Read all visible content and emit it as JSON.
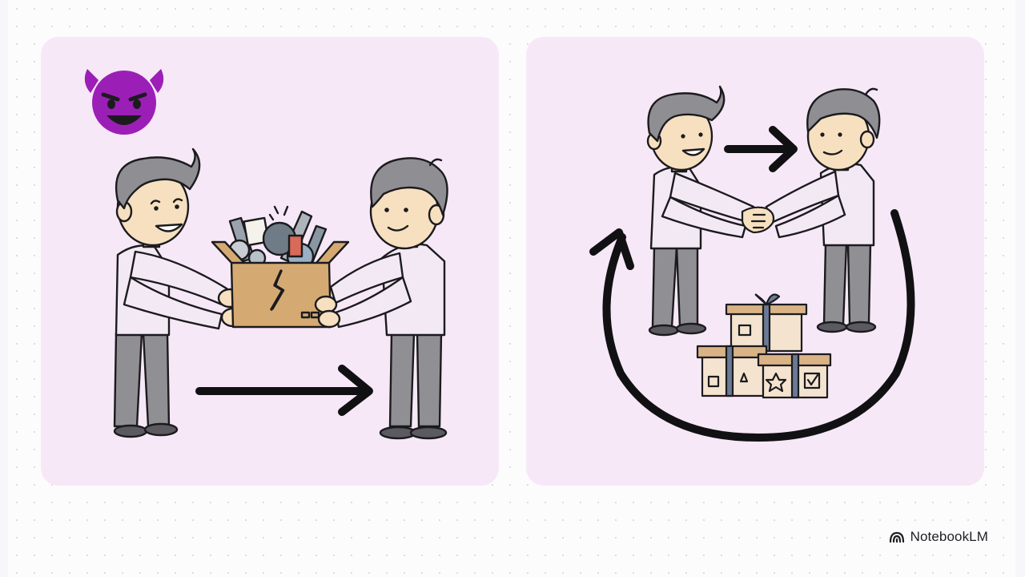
{
  "brand": {
    "name": "NotebookLM",
    "icon": "notebooklm-logo-icon"
  },
  "colors": {
    "panel": "#f7e8f8",
    "background": "#fdfcfd",
    "shirt": "#f3e9f4",
    "pants": "#8f8f94",
    "hair": "#8e8e93",
    "skin": "#f7e0bf",
    "box": "#d5aa72",
    "devil": "#9b1fb6",
    "outline": "#1b1b1e"
  },
  "panels": [
    {
      "id": "left",
      "icons": [
        "smiling-devil-emoji-icon",
        "person-giver-icon",
        "broken-box-icon",
        "junk-items-icon",
        "person-receiver-icon",
        "arrow-right-icon"
      ]
    },
    {
      "id": "right",
      "icons": [
        "person-left-icon",
        "person-right-icon",
        "handshake-icon",
        "arrow-right-icon",
        "gift-boxes-icon",
        "cycle-arrow-icon"
      ]
    }
  ]
}
